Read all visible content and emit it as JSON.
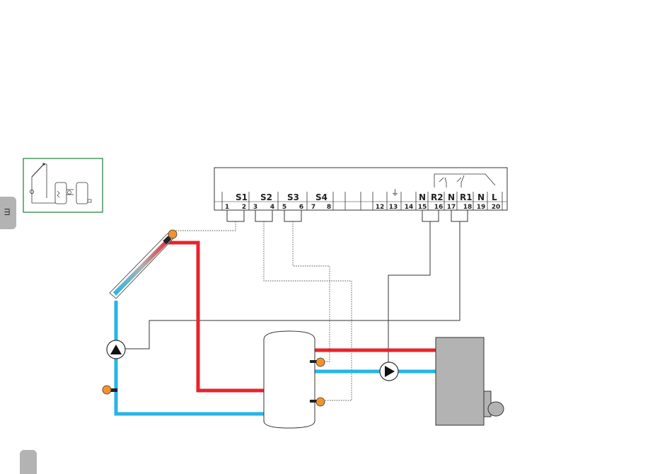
{
  "side_tab": {
    "label": "Ш"
  },
  "controller": {
    "sensor_labels": [
      "S1",
      "S2",
      "S3",
      "S4"
    ],
    "relay_labels": [
      "N",
      "R2",
      "N",
      "R1",
      "N",
      "L"
    ],
    "terminals": [
      "1",
      "2",
      "3",
      "4",
      "5",
      "6",
      "7",
      "8",
      "12",
      "13",
      "14",
      "15",
      "16",
      "17",
      "18",
      "19",
      "20"
    ],
    "ground_symbol": "⏚"
  },
  "colors": {
    "hot_pipe": "#e8232b",
    "cold_pipe": "#27b4e9",
    "sensor": "#f4922b",
    "boiler": "#b3b3b3",
    "thumbnail_border": "#1f7a3a"
  }
}
